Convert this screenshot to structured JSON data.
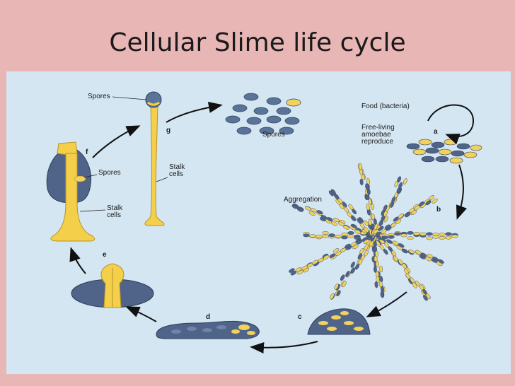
{
  "title": "Cellular Slime life cycle",
  "colors": {
    "background": "#e9b6b6",
    "panel": "#d4e6f1",
    "amoeba_blue": "#4f6488",
    "amoeba_yellow": "#f2d25e",
    "stalk_yellow": "#f4cf4a",
    "arrow": "#111111"
  },
  "labels": {
    "spores_top": "Spores",
    "spores_cluster": "Spores",
    "food": "Food (bacteria)",
    "free_living_1": "Free-living",
    "free_living_2": "amoebae",
    "free_living_3": "reproduce",
    "aggregation": "Aggregation",
    "spores_fruiting": "Spores",
    "stalk_cells_f_1": "Stalk",
    "stalk_cells_f_2": "cells",
    "stalk_cells_g_1": "Stalk",
    "stalk_cells_g_2": "cells"
  },
  "stages": {
    "a": "a",
    "b": "b",
    "c": "c",
    "d": "d",
    "e": "e",
    "f": "f",
    "g": "g"
  }
}
